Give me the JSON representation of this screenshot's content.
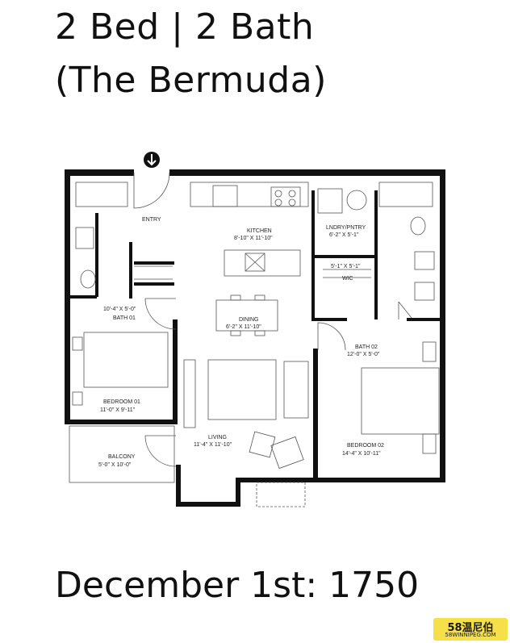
{
  "heading": {
    "line1": "2 Bed | 2 Bath",
    "line2": "(The Bermuda)"
  },
  "footer": {
    "text": "December 1st: 1750"
  },
  "plan": {
    "rooms": {
      "entry": "ENTRY",
      "kitchen": "KITCHEN",
      "kitchen_size": "8'-10\" X 11'-10\"",
      "laundry": "LNDRY/PNTRY",
      "laundry_size": "6'-2\" X 5'-1\"",
      "wic_size": "5'-1\" X 5'-1\"",
      "wic": "WIC",
      "bath1_size": "10'-4\" X 5'-0\"",
      "bath1": "BATH 01",
      "dining": "DINING",
      "dining_size": "6'-2\" X 11'-10\"",
      "bath2": "BATH 02",
      "bath2_size": "12'-0\" X 5'-0\"",
      "bedroom1": "BEDROOM 01",
      "bedroom1_size": "11'-0\" X 9'-11\"",
      "bedroom2": "BEDROOM 02",
      "bedroom2_size": "14'-4\" X 10'-11\"",
      "living": "LIVING",
      "living_size": "11'-4\" X 11'-10\"",
      "balcony": "BALCONY",
      "balcony_size": "5'-0\" X 10'-0\""
    },
    "colors": {
      "wall": "#111111",
      "fixture": "#555555",
      "floor": "#ffffff"
    }
  },
  "watermark": {
    "top": "58温尼伯",
    "bottom": "58WINNIPEG.COM",
    "color": "#f5e04a"
  }
}
